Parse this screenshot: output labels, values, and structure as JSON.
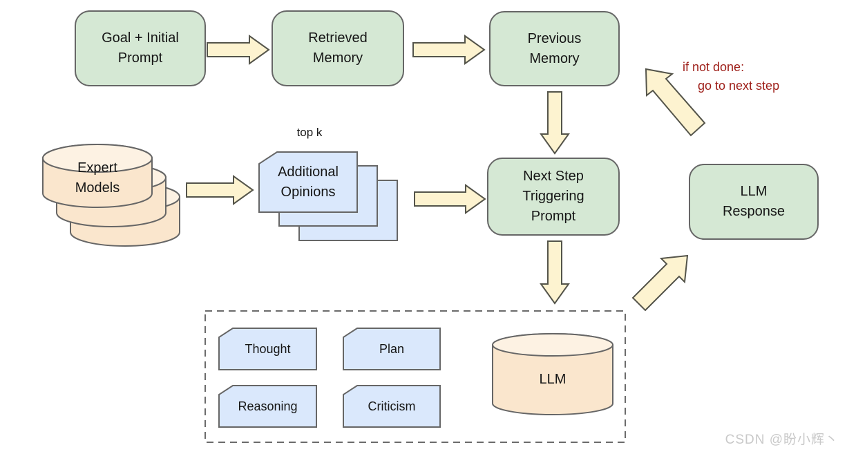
{
  "colors": {
    "green_fill": "#d5e8d4",
    "blue_fill": "#dae8fc",
    "orange_fill": "#fae6cd",
    "orange_top_fill": "#fdf2e3",
    "arrow_fill": "#fdf3d0",
    "arrow_stroke": "#54544a",
    "shape_stroke": "#666666",
    "note_red": "#9d1d17",
    "watermark_gray": "#c9c9c9"
  },
  "nodes": {
    "goal": "Goal + Initial\nPrompt",
    "retrieved_memory": "Retrieved\nMemory",
    "previous_memory": "Previous\nMemory",
    "next_step": "Next Step\nTriggering\nPrompt",
    "llm_response": "LLM\nResponse",
    "expert_models": "Expert\nModels",
    "top_k": "top k",
    "additional_opinions": "Additional\nOpinions",
    "thought": "Thought",
    "plan": "Plan",
    "reasoning": "Reasoning",
    "criticism": "Criticism",
    "llm": "LLM"
  },
  "note": {
    "line1": "if not done:",
    "line2": "go to next step"
  },
  "watermark": "CSDN @盼小辉丶"
}
